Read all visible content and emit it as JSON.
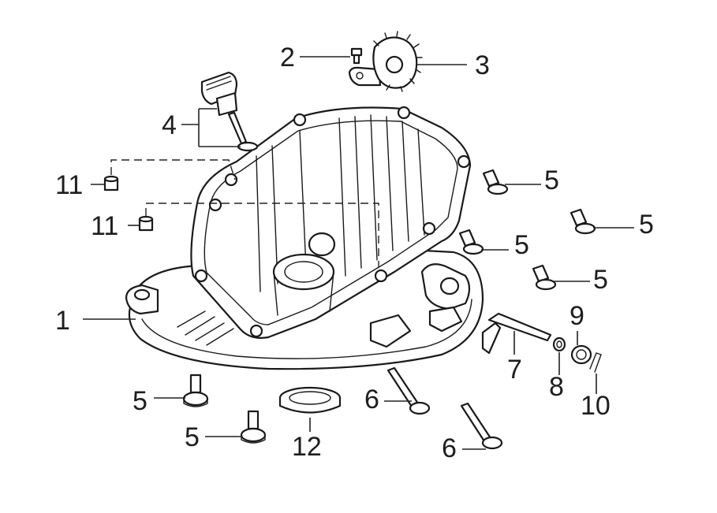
{
  "diagram": {
    "callouts": [
      {
        "id": "c1",
        "label": "1"
      },
      {
        "id": "c2",
        "label": "2"
      },
      {
        "id": "c3",
        "label": "3"
      },
      {
        "id": "c4",
        "label": "4"
      },
      {
        "id": "c5a",
        "label": "5"
      },
      {
        "id": "c5b",
        "label": "5"
      },
      {
        "id": "c5c",
        "label": "5"
      },
      {
        "id": "c5d",
        "label": "5"
      },
      {
        "id": "c5e",
        "label": "5"
      },
      {
        "id": "c5f",
        "label": "5"
      },
      {
        "id": "c6a",
        "label": "6"
      },
      {
        "id": "c6b",
        "label": "6"
      },
      {
        "id": "c7",
        "label": "7"
      },
      {
        "id": "c8",
        "label": "8"
      },
      {
        "id": "c9",
        "label": "9"
      },
      {
        "id": "c10",
        "label": "10"
      },
      {
        "id": "c11a",
        "label": "11"
      },
      {
        "id": "c11b",
        "label": "11"
      },
      {
        "id": "c12",
        "label": "12"
      }
    ]
  }
}
